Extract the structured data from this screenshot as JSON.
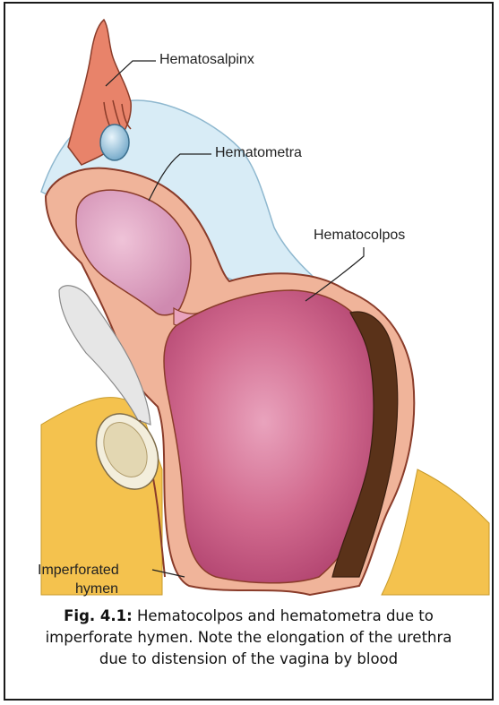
{
  "labels": {
    "hematosalpinx": "Hematosalpinx",
    "hematometra": "Hematometra",
    "hematocolpos": "Hematocolpos",
    "imperforated_line1": "Imperforated",
    "imperforated_line2": "hymen"
  },
  "caption": {
    "fig_number": "Fig. 4.1:",
    "line1_rest": " Hematocolpos and hematometra due to",
    "line2": "imperforate hymen. Note the elongation of the urethra",
    "line3": "due to distension of the vagina by blood"
  },
  "colors": {
    "peritoneum": "#d8ecf6",
    "uterine_wall": "#f0b49a",
    "wall_outline": "#8a3c2a",
    "blood_distension": "#c8567d",
    "hematometra_fill": "#d89ab9",
    "bone": "#f3eedc",
    "fat": "#f4c24e",
    "rectum": "#5a3219",
    "bladder": "#e6e6e6"
  }
}
